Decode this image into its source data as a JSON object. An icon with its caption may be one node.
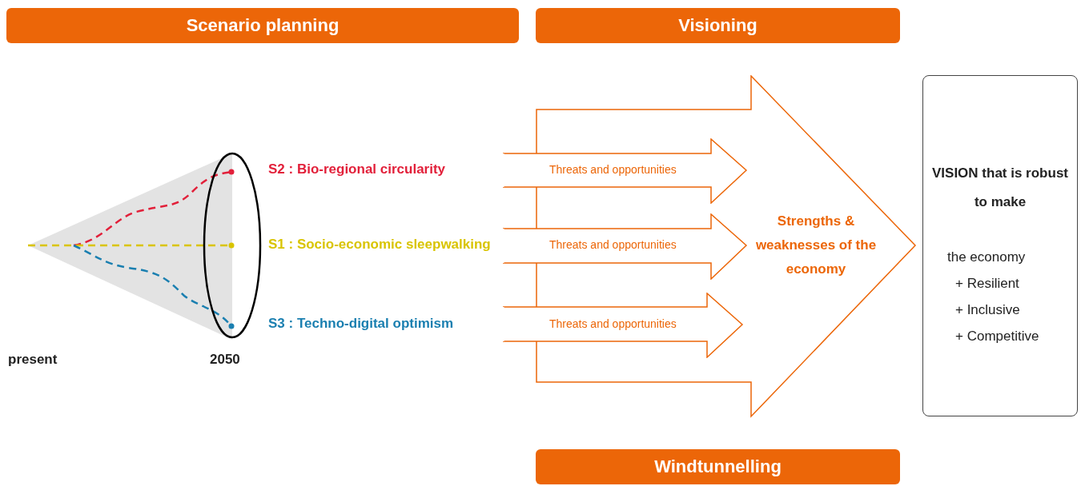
{
  "diagram": {
    "nodes": [
      {
        "text": [
          "Scenario planning"
        ]
      },
      {
        "text": [
          "Visioning"
        ]
      },
      {
        "text": [
          "S2 : Bio-regional circularity"
        ]
      },
      {
        "text": [
          "S1 : Socio-economic sleepwalking"
        ]
      },
      {
        "text": [
          "S3 : Techno-digital optimism"
        ]
      },
      {
        "text": [
          "Strengths & weaknesses of the economy"
        ]
      },
      {
        "text": [
          "Threats and opportunities"
        ]
      },
      {
        "text": [
          "Threats and opportunities"
        ]
      },
      {
        "text": [
          "Threats and opportunities"
        ]
      },
      {
        "text": [
          "VISION that is robust to make",
          "the economy",
          "+ Resilient",
          "+ Inclusive",
          "+ Competitive"
        ]
      },
      {
        "text": [
          "Windtunnelling"
        ]
      }
    ],
    "labels": [
      "present",
      "2050"
    ]
  }
}
